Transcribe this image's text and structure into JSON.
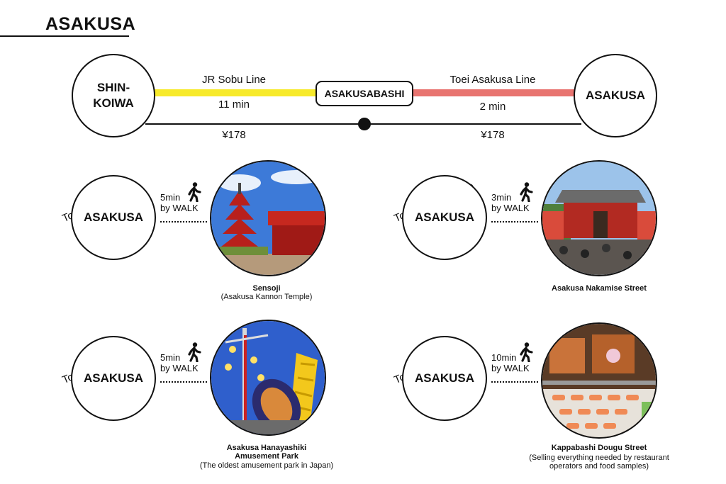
{
  "title": "ASAKUSA",
  "route": {
    "origin": "SHIN-\nKOIWA",
    "transfer": "ASAKUSABASHI",
    "destination": "ASAKUSA",
    "leg1": {
      "line": "JR Sobu Line",
      "time": "11 min",
      "fare": "¥178",
      "color": "#f7ea2b"
    },
    "leg2": {
      "line": "Toei Asakusa Line",
      "time": "2 min",
      "fare": "¥178",
      "color": "#e87470"
    }
  },
  "spots": [
    {
      "line": "Toei Asakusa Line",
      "station": "ASAKUSA",
      "walk_time": "5min",
      "walk_mode": "by WALK",
      "name": "Sensoji",
      "sub": "(Asakusa Kannon Temple)"
    },
    {
      "line": "Toei Asakusa Line",
      "station": "ASAKUSA",
      "walk_time": "3min",
      "walk_mode": "by WALK",
      "name": "Asakusa Nakamise Street",
      "sub": ""
    },
    {
      "line": "Toei Asakusa Line",
      "station": "ASAKUSA",
      "walk_time": "5min",
      "walk_mode": "by WALK",
      "name": "Asakusa Hanayashiki\nAmusement Park",
      "sub": "(The oldest amusement park in Japan)"
    },
    {
      "line": "Toei Asakusa Line",
      "station": "ASAKUSA",
      "walk_time": "10min",
      "walk_mode": "by WALK",
      "name": "Kappabashi Dougu Street",
      "sub": "(Selling everything needed by restaurant\noperators and  food samples)"
    }
  ]
}
